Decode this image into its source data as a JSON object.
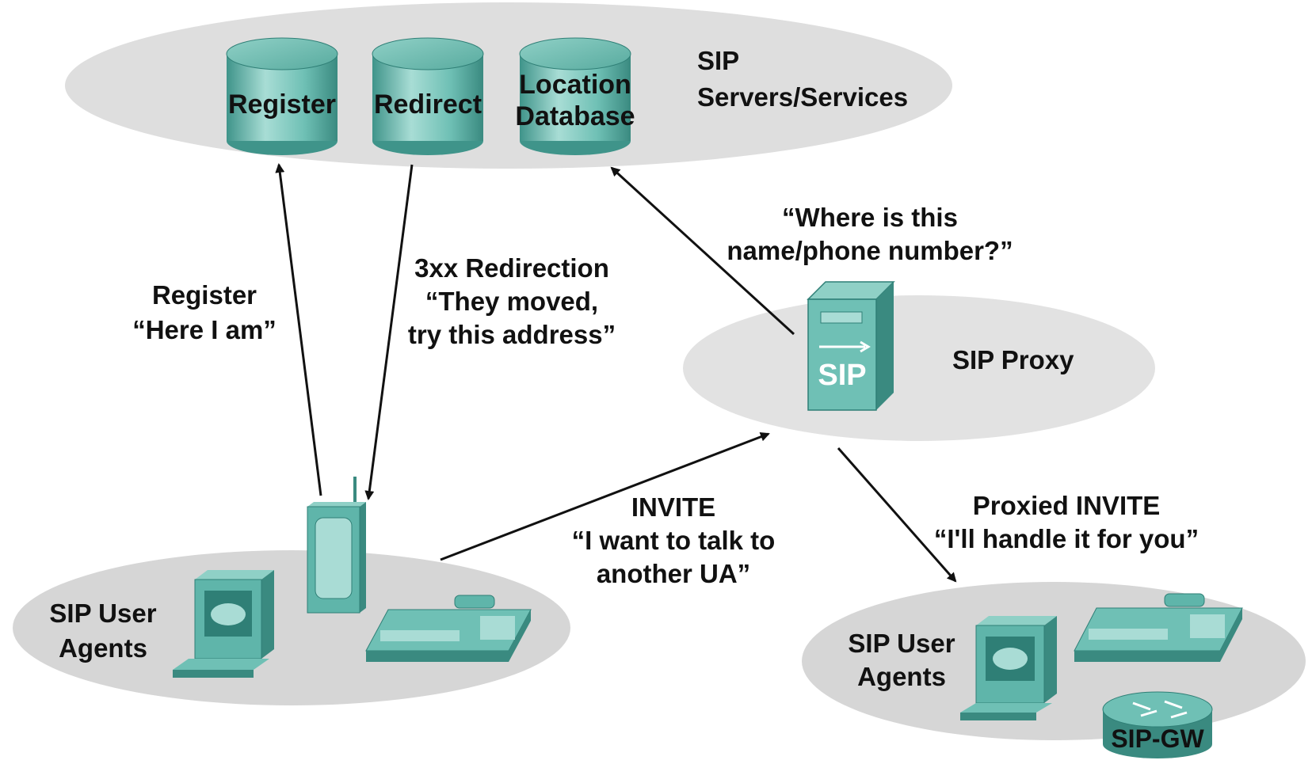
{
  "zones": {
    "servers": {
      "title_line1": "SIP",
      "title_line2": "Servers/Services"
    },
    "proxy": {
      "title": "SIP Proxy"
    },
    "left_agents": {
      "title_line1": "SIP User",
      "title_line2": "Agents"
    },
    "right_agents": {
      "title_line1": "SIP User",
      "title_line2": "Agents"
    }
  },
  "servers": {
    "register": "Register",
    "redirect": "Redirect",
    "location_line1": "Location",
    "location_line2": "Database"
  },
  "proxy_icon_text": "SIP",
  "gateway_label": "SIP-GW",
  "messages": {
    "register_line1": "Register",
    "register_line2": "“Here I am”",
    "redirect_line1": "3xx Redirection",
    "redirect_line2": "“They moved,",
    "redirect_line3": "try this address”",
    "query_line1": "“Where is this",
    "query_line2": "name/phone number?”",
    "invite_line1": "INVITE",
    "invite_line2": "“I want to talk to",
    "invite_line3": "another UA”",
    "proxied_line1": "Proxied INVITE",
    "proxied_line2": "“I'll handle it for you”"
  },
  "colors": {
    "zone": "#dcdcdc",
    "device_teal": "#5fb5aa",
    "device_light": "#a9dcd5",
    "device_dark": "#2f7f76",
    "arrow": "#111111"
  }
}
